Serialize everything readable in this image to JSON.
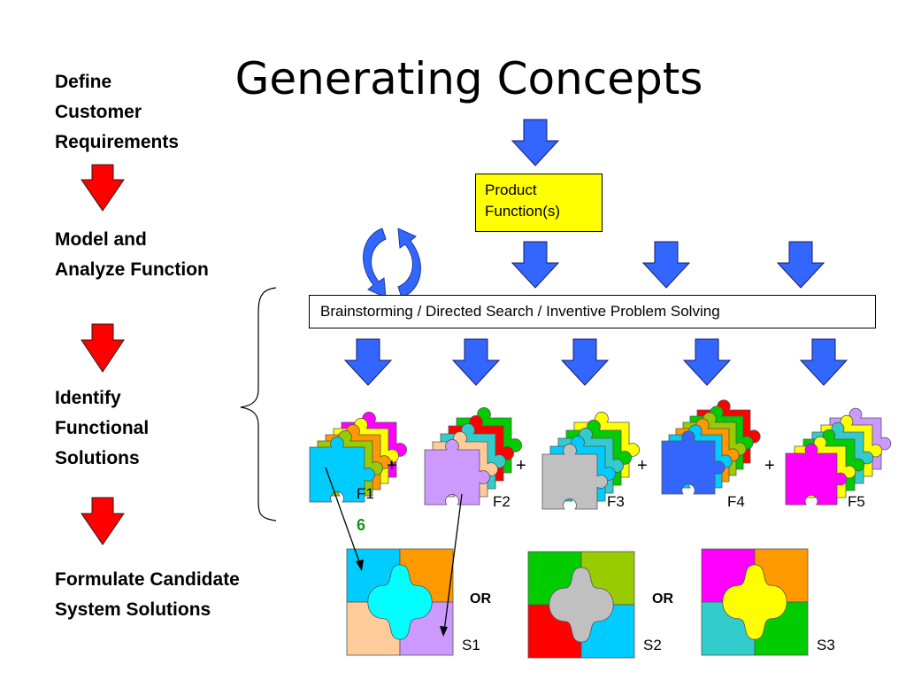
{
  "title": "Generating Concepts",
  "steps": [
    {
      "lines": [
        "Define",
        "Customer",
        "Requirements"
      ]
    },
    {
      "lines": [
        "Model and",
        "Analyze Function"
      ]
    },
    {
      "lines": [
        "Identify",
        "Functional",
        "Solutions"
      ]
    },
    {
      "lines": [
        "Formulate Candidate",
        "System Solutions"
      ]
    }
  ],
  "product_function": {
    "line1": "Product",
    "line2": "Function(s)"
  },
  "brainstorm": "Brainstorming / Directed Search / Inventive Problem Solving",
  "functions": [
    {
      "label": "F1",
      "colors": [
        "#ff00ff",
        "#ffff00",
        "#ff9900",
        "#99cc00",
        "#00ccff"
      ]
    },
    {
      "label": "F2",
      "colors": [
        "#00cc00",
        "#ff0000",
        "#33cccc",
        "#ffcc99",
        "#cc99ff"
      ]
    },
    {
      "label": "F3",
      "colors": [
        "#ffff00",
        "#00cc00",
        "#33cccc",
        "#00ccff",
        "#c0c0c0"
      ]
    },
    {
      "label": "F4",
      "colors": [
        "#ff0000",
        "#00cc00",
        "#99cc00",
        "#ff9900",
        "#00ccff",
        "#3366ff"
      ]
    },
    {
      "label": "F5",
      "colors": [
        "#cc99ff",
        "#ffff00",
        "#33cccc",
        "#00cc00",
        "#ffff00",
        "#ff00ff"
      ]
    }
  ],
  "plus": "+",
  "combination_count": "6",
  "or_label": "OR",
  "solutions": [
    {
      "label": "S1",
      "colors": {
        "tl": "#00ccff",
        "tr": "#ff9900",
        "bl": "#ffcc99",
        "br": "#cc99ff",
        "center": "#00ffff"
      }
    },
    {
      "label": "S2",
      "colors": {
        "tl": "#00cc00",
        "tr": "#99cc00",
        "bl": "#ff0000",
        "br": "#00ccff",
        "center": "#c0c0c0"
      }
    },
    {
      "label": "S3",
      "colors": {
        "tl": "#ff00ff",
        "tr": "#ff9900",
        "bl": "#33cccc",
        "br": "#00cc00",
        "center": "#ffff00"
      }
    }
  ],
  "colors": {
    "down_arrow": "#3366ff",
    "flow_arrow": "#ff0000",
    "cycle": "#3366ff"
  }
}
